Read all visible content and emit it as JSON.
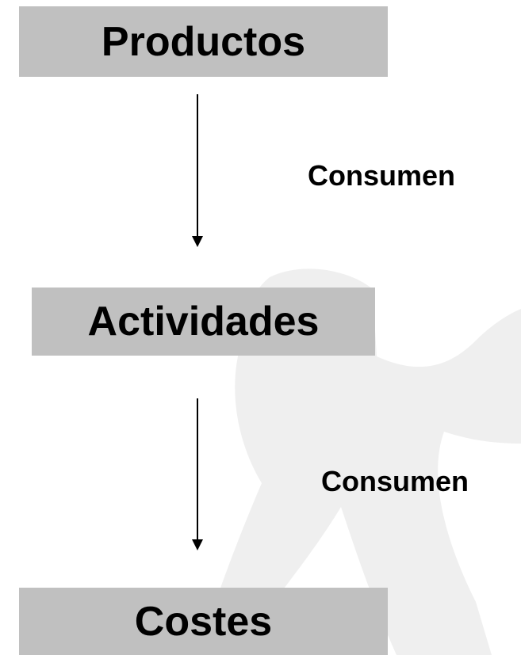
{
  "diagram": {
    "nodes": [
      {
        "id": "productos",
        "label": "Productos"
      },
      {
        "id": "actividades",
        "label": "Actividades"
      },
      {
        "id": "costes",
        "label": "Costes"
      }
    ],
    "edges": [
      {
        "from": "productos",
        "to": "actividades",
        "label": "Consumen"
      },
      {
        "from": "actividades",
        "to": "costes",
        "label": "Consumen"
      }
    ]
  },
  "colors": {
    "box_fill": "#c0c0c0",
    "text": "#000000",
    "arrow": "#000000",
    "watermark": "#efefef"
  },
  "decorations": {
    "watermark_icon": "faint-figure-watermark-icon"
  }
}
